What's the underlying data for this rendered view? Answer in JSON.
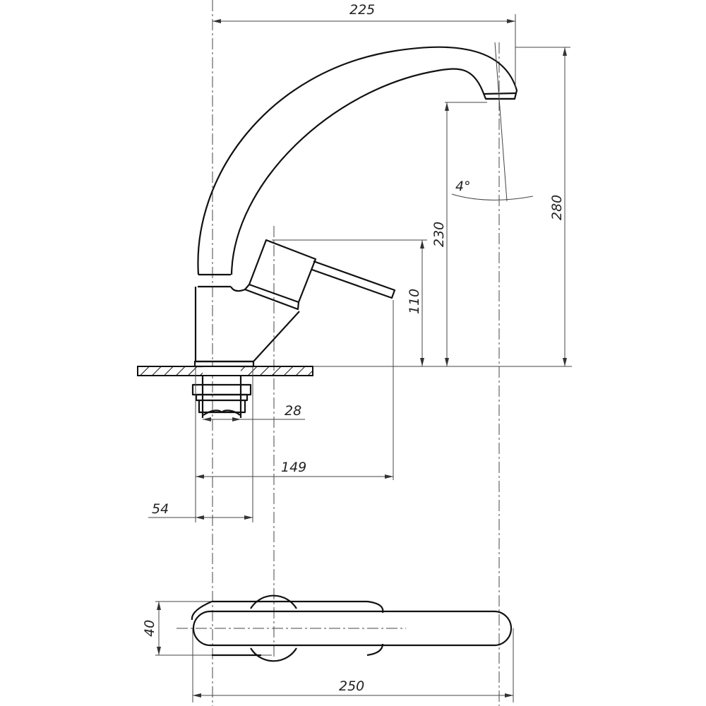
{
  "drawing": {
    "title": "Faucet dimensional drawing",
    "dimensions": {
      "spout_reach": "225",
      "total_height": "280",
      "spout_outlet_height": "230",
      "handle_height": "110",
      "spout_angle": "4°",
      "thread_diameter": "28",
      "handle_reach": "149",
      "body_diameter": "54",
      "top_view_width": "40",
      "top_view_length": "250"
    }
  }
}
